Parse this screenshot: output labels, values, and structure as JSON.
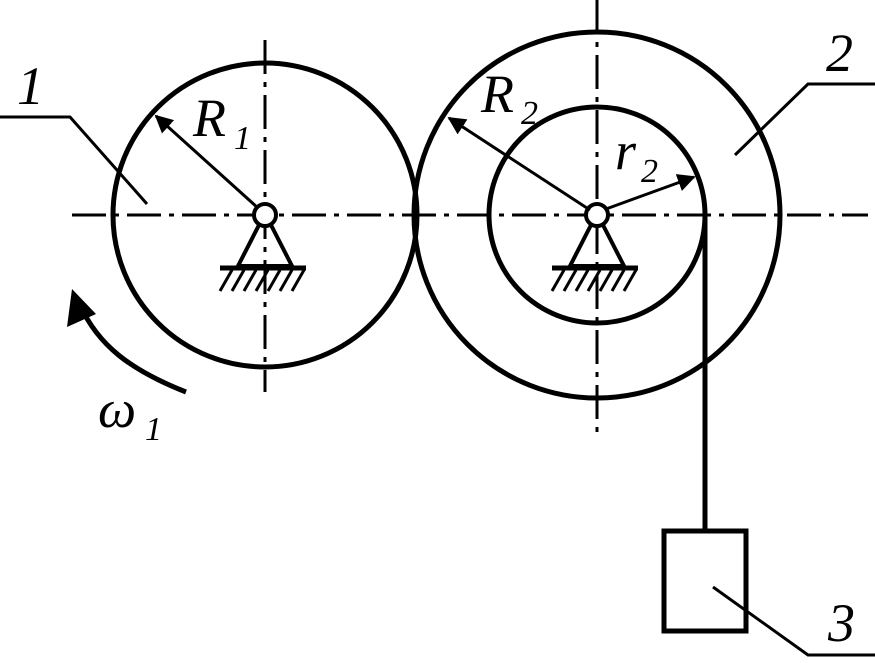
{
  "labels": {
    "gear1": "1",
    "gear2": "2",
    "load": "3",
    "R1_main": "R",
    "R1_sub": "1",
    "R2_main": "R",
    "R2_sub": "2",
    "r2_main": "r",
    "r2_sub": "2",
    "omega_main": "ω",
    "omega_sub": "1"
  },
  "colors": {
    "stroke": "#000000",
    "background": "#ffffff"
  }
}
